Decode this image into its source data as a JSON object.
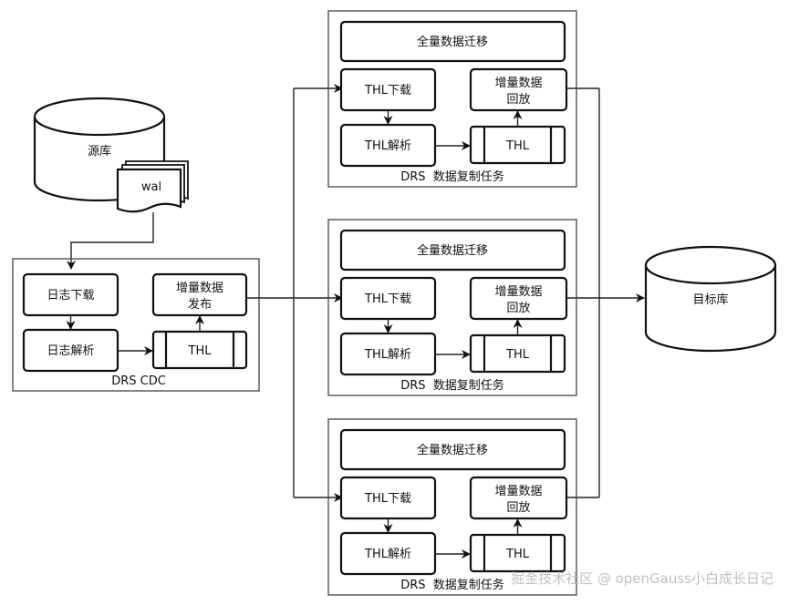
{
  "diagram": {
    "source_db": {
      "label": "源库",
      "log_label": "wal"
    },
    "target_db": {
      "label": "目标库"
    },
    "cdc": {
      "title": "DRS CDC",
      "nodes": {
        "log_download": "日志下载",
        "log_parse": "日志解析",
        "thl": "THL",
        "publish_line1": "增量数据",
        "publish_line2": "发布"
      }
    },
    "tasks": [
      {
        "title": "DRS  数据复制任务",
        "full_migration": "全量数据迁移",
        "thl_download": "THL下载",
        "thl_parse": "THL解析",
        "thl": "THL",
        "replay_line1": "增量数据",
        "replay_line2": "回放"
      },
      {
        "title": "DRS  数据复制任务",
        "full_migration": "全量数据迁移",
        "thl_download": "THL下载",
        "thl_parse": "THL解析",
        "thl": "THL",
        "replay_line1": "增量数据",
        "replay_line2": "回放"
      },
      {
        "title": "DRS  数据复制任务",
        "full_migration": "全量数据迁移",
        "thl_download": "THL下载",
        "thl_parse": "THL解析",
        "thl": "THL",
        "replay_line1": "增量数据",
        "replay_line2": "回放"
      }
    ]
  },
  "watermark": "掘金技术社区 @ openGauss小白成长日记",
  "colors": {
    "stroke": "#111111",
    "frame": "#444444",
    "background": "#ffffff",
    "watermark": "#bbbbbb"
  }
}
